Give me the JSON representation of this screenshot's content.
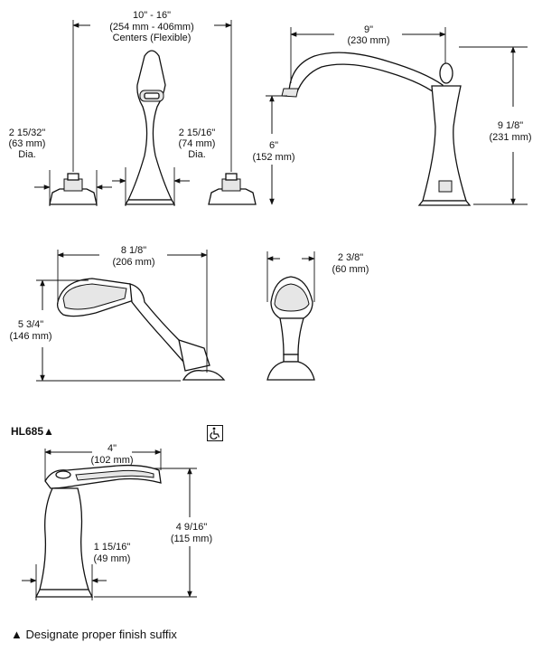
{
  "dimensions": {
    "centers_1": "10\" - 16\"",
    "centers_2": "(254 mm - 406mm)",
    "centers_3": "Centers (Flexible)",
    "handle_dia_1": "2 15/32\"",
    "handle_dia_2": "(63 mm)",
    "handle_dia_3": "Dia.",
    "holder_dia_1": "2 15/16\"",
    "holder_dia_2": "(74 mm)",
    "holder_dia_3": "Dia.",
    "spout_reach_1": "9\"",
    "spout_reach_2": "(230 mm)",
    "spout_height_1": "9 1/8\"",
    "spout_height_2": "(231 mm)",
    "spout_clear_1": "6\"",
    "spout_clear_2": "(152 mm)",
    "hs_length_1": "8 1/8\"",
    "hs_length_2": "(206 mm)",
    "hs_height_1": "5 3/4\"",
    "hs_height_2": "(146 mm)",
    "hs_width_1": "2 3/8\"",
    "hs_width_2": "(60 mm)",
    "lever_len_1": "4\"",
    "lever_len_2": "(102 mm)",
    "lever_height_1": "4 9/16\"",
    "lever_height_2": "(115 mm)",
    "lever_base_1": "1 15/16\"",
    "lever_base_2": "(49 mm)"
  },
  "model": {
    "label": "HL685▲"
  },
  "footnote": {
    "text": "▲ Designate proper finish suffix"
  },
  "icons": {
    "accessibility": "wheelchair-icon"
  }
}
